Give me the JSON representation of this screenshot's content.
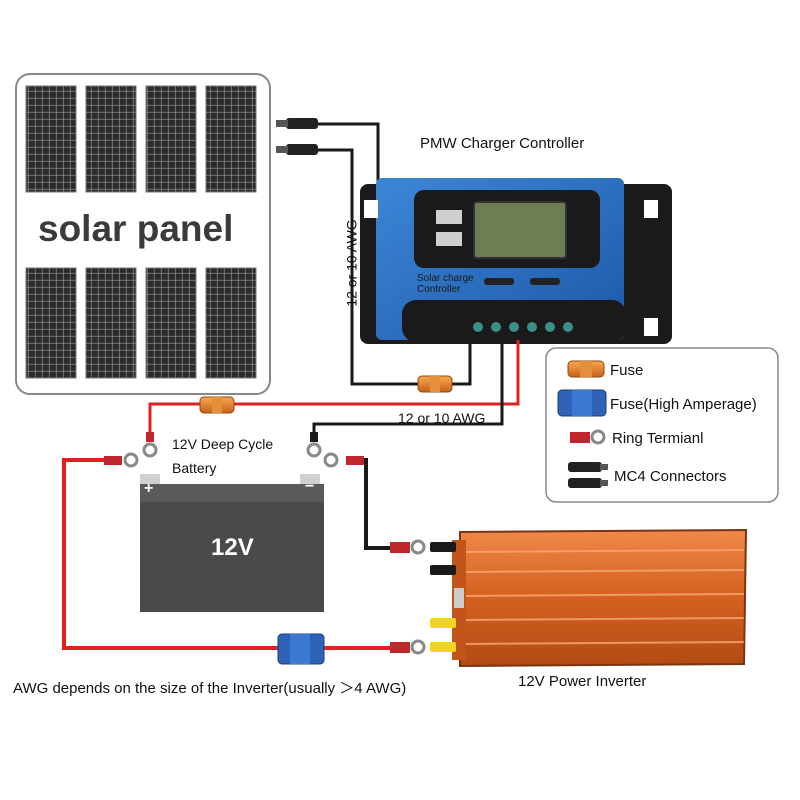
{
  "panel": {
    "label": "solar panel"
  },
  "controller": {
    "title": "PMW Charger Controller",
    "face_text": "Solar charge\nController"
  },
  "wire_labels": {
    "vertical": "12 or 10 AWG",
    "horizontal": "12 or 10 AWG"
  },
  "battery": {
    "title_line1": "12V Deep Cycle",
    "title_line2": "Battery",
    "face": "12V",
    "plus": "+",
    "minus": "−"
  },
  "inverter": {
    "label": "12V Power Inverter"
  },
  "note": "AWG depends on the size of the Inverter(usually ＞4 AWG)",
  "legend": {
    "items": [
      {
        "label": "Fuse",
        "icon": "fuse-icon",
        "color": "#e8801f"
      },
      {
        "label": "Fuse(High Amperage)",
        "icon": "high-amp-fuse-icon",
        "color": "#2e63b8"
      },
      {
        "label": "Ring Termianl",
        "icon": "ring-terminal-icon",
        "color": "#c0272d"
      },
      {
        "label": "MC4 Connectors",
        "icon": "mc4-connector-icon",
        "color": "#222222"
      }
    ]
  },
  "colors": {
    "wire_red": "#e02020",
    "wire_black": "#1a1a1a",
    "controller_blue": "#2f74c8",
    "battery_body": "#4a4a4a",
    "inverter_orange": "#d8692a"
  }
}
